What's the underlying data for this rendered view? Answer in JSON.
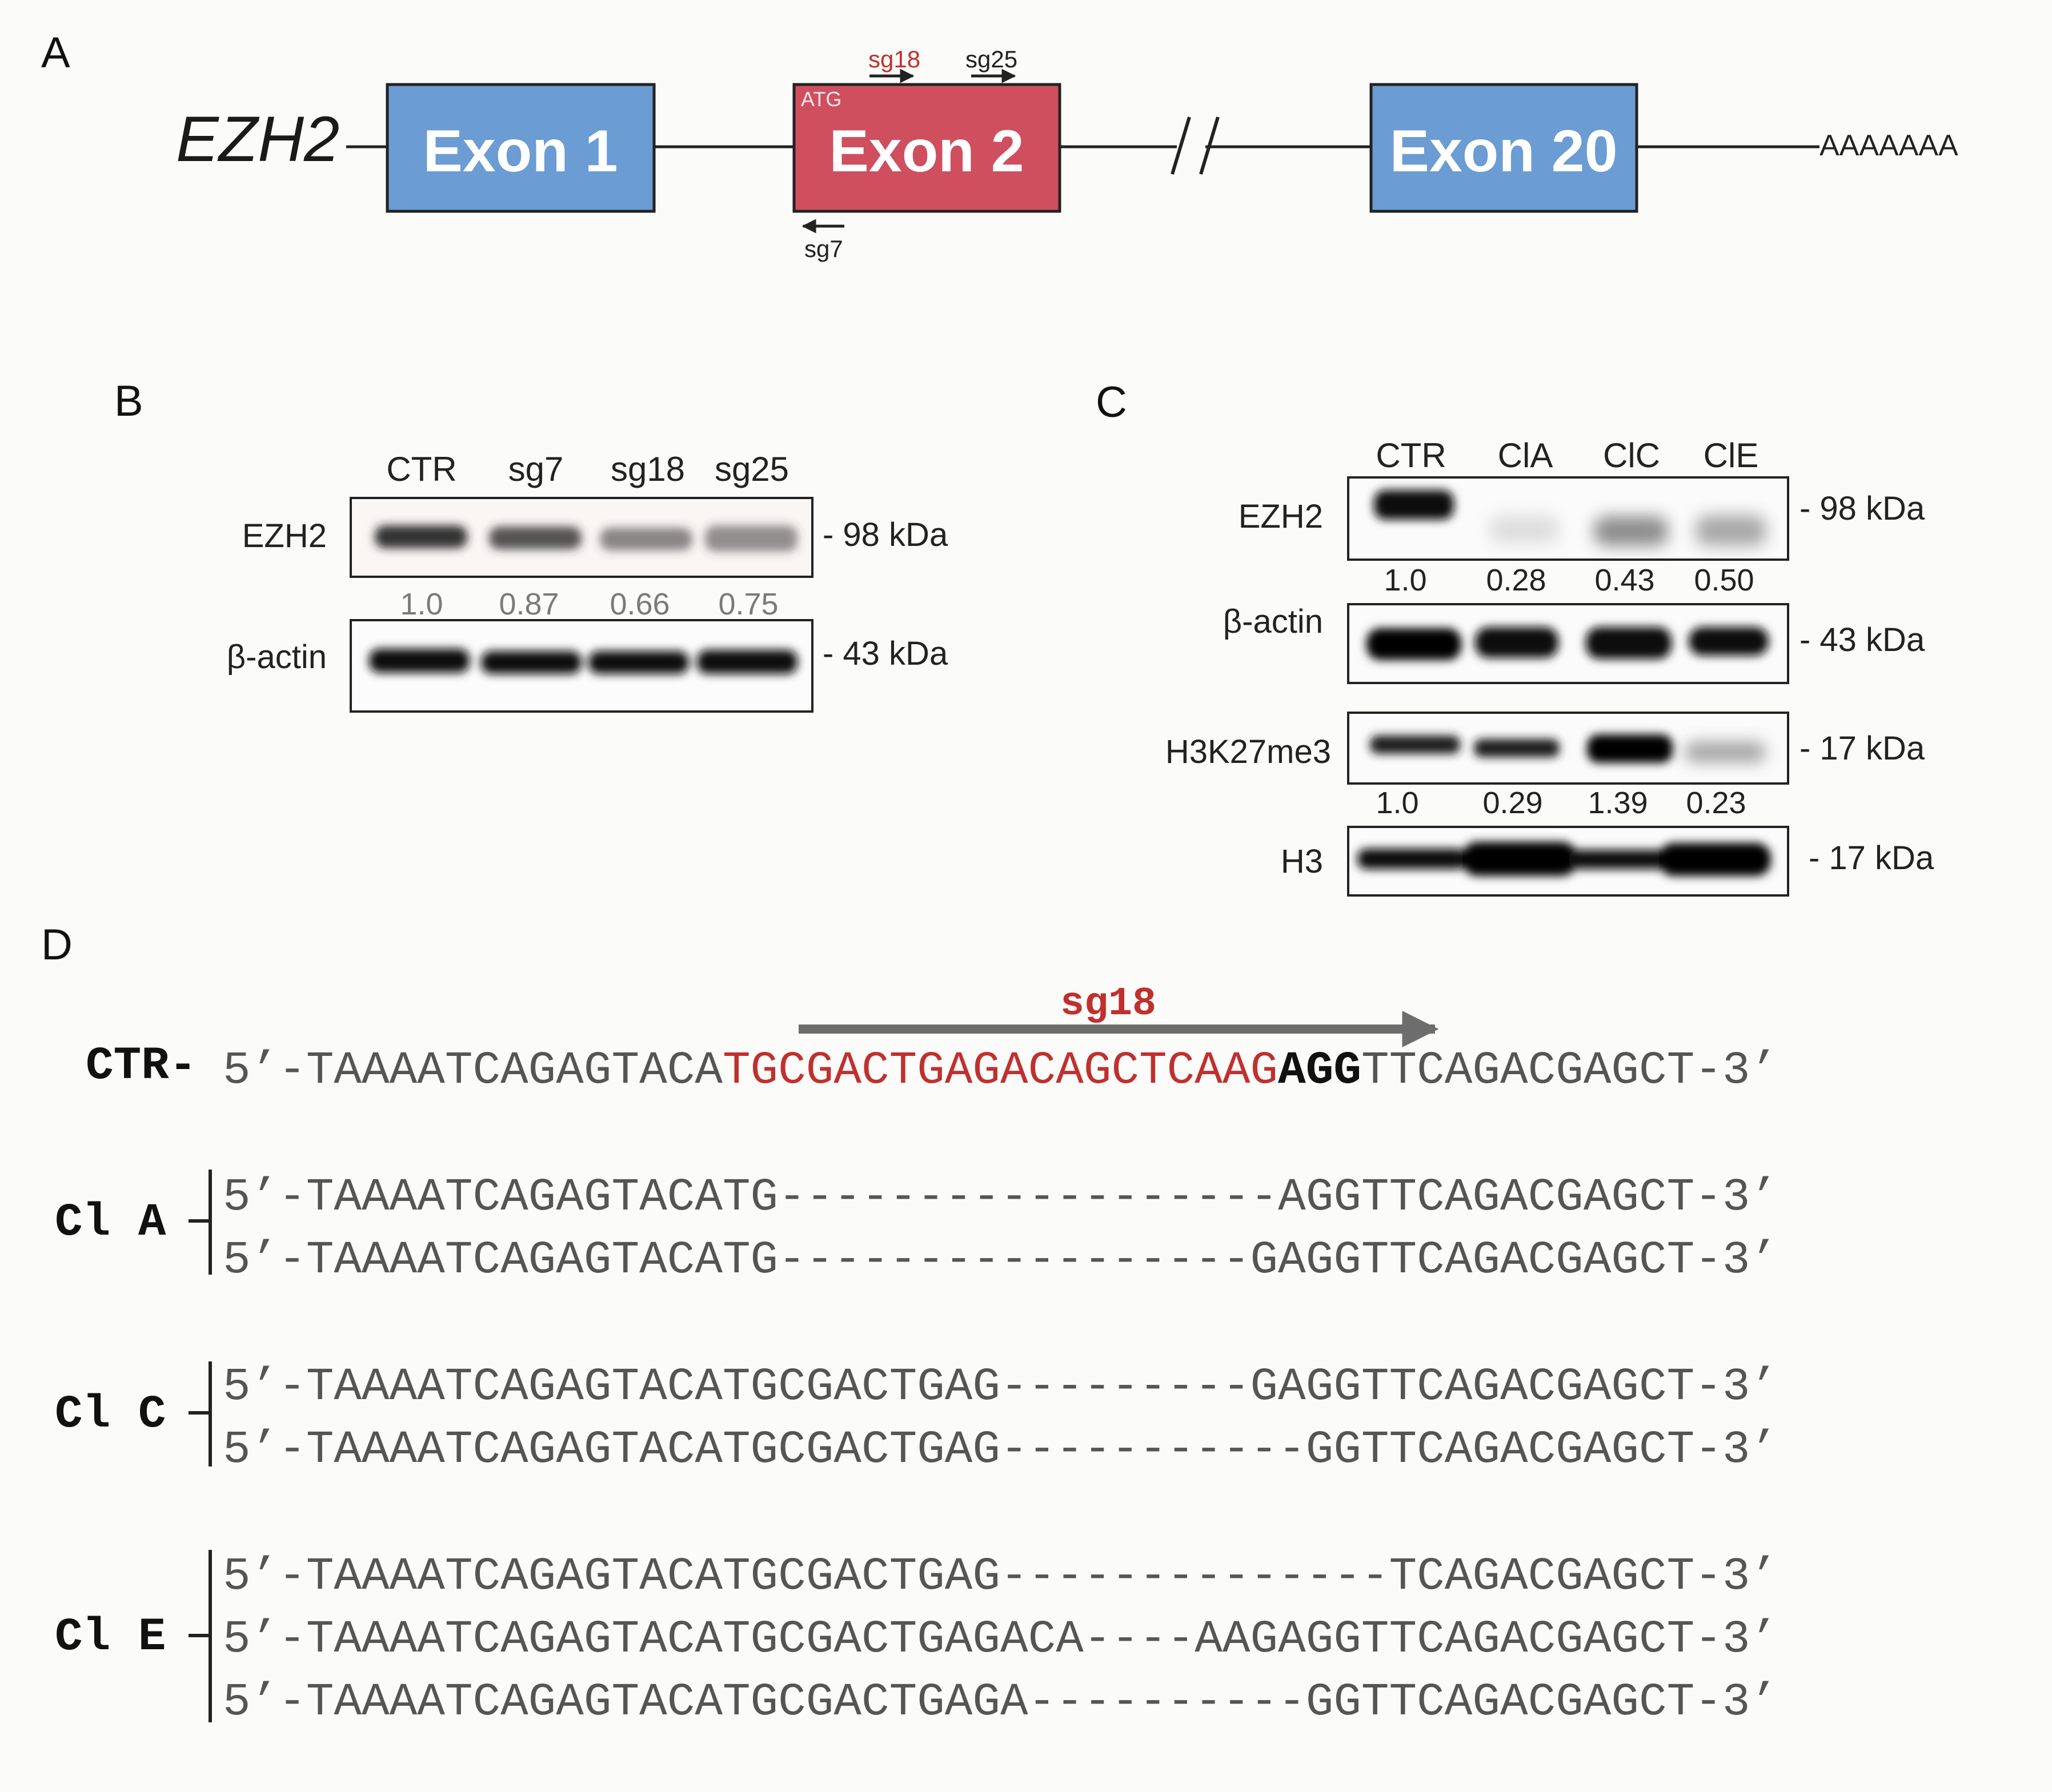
{
  "colors": {
    "exon_blue": "#6b9cd3",
    "exon_red": "#cf4f5f",
    "guide_red": "#c0302e",
    "arrow_grey": "#6d6d6d",
    "text_grey": "#7a7a7a"
  },
  "panel_a": {
    "label": "A",
    "gene": "EZH2",
    "exons": [
      "Exon 1",
      "Exon 2",
      "Exon 20"
    ],
    "atg": "ATG",
    "guides": {
      "sg18": "sg18",
      "sg25": "sg25",
      "sg7": "sg7"
    },
    "polyA": "AAAAAAA"
  },
  "panel_b": {
    "label": "B",
    "lanes": [
      "CTR",
      "sg7",
      "sg18",
      "sg25"
    ],
    "blots": [
      {
        "protein": "EZH2",
        "kda": "- 98 kDa",
        "quant": [
          "1.0",
          "0.87",
          "0.66",
          "0.75"
        ]
      },
      {
        "protein": "β-actin",
        "kda": "- 43 kDa"
      }
    ]
  },
  "panel_c": {
    "label": "C",
    "lanes": [
      "CTR",
      "ClA",
      "ClC",
      "ClE"
    ],
    "blots": [
      {
        "protein": "EZH2",
        "kda": "- 98 kDa",
        "quant": [
          "1.0",
          "0.28",
          "0.43",
          "0.50"
        ]
      },
      {
        "protein": "β-actin",
        "kda": "- 43 kDa"
      },
      {
        "protein": "H3K27me3",
        "kda": "- 17 kDa",
        "quant": [
          "1.0",
          "0.29",
          "1.39",
          "0.23"
        ]
      },
      {
        "protein": "H3",
        "kda": "- 17 kDa"
      }
    ]
  },
  "panel_d": {
    "label": "D",
    "guide_label": "sg18",
    "ctr": {
      "label": "CTR-",
      "prefix": "5’-TAAAATCAGAGTACA",
      "guide": "TGCGACTGAGACAGCTCAAG",
      "pam": "AGG",
      "suffix": "TTCAGACGAGCT-3’"
    },
    "clones": [
      {
        "label": "Cl A",
        "seqs": [
          "5’-TAAAATCAGAGTACATG------------------AGGTTCAGACGAGCT-3’",
          "5’-TAAAATCAGAGTACATG-----------------GAGGTTCAGACGAGCT-3’"
        ]
      },
      {
        "label": "Cl C",
        "seqs": [
          "5’-TAAAATCAGAGTACATGCGACTGAG---------GAGGTTCAGACGAGCT-3’",
          "5’-TAAAATCAGAGTACATGCGACTGAG-----------GGTTCAGACGAGCT-3’"
        ]
      },
      {
        "label": "Cl E",
        "seqs": [
          "5’-TAAAATCAGAGTACATGCGACTGAG--------------TCAGACGAGCT-3’",
          "5’-TAAAATCAGAGTACATGCGACTGAGACA----AAGAGGTTCAGACGAGCT-3’",
          "5’-TAAAATCAGAGTACATGCGACTGAGA----------GGTTCAGACGAGCT-3’"
        ]
      }
    ]
  }
}
